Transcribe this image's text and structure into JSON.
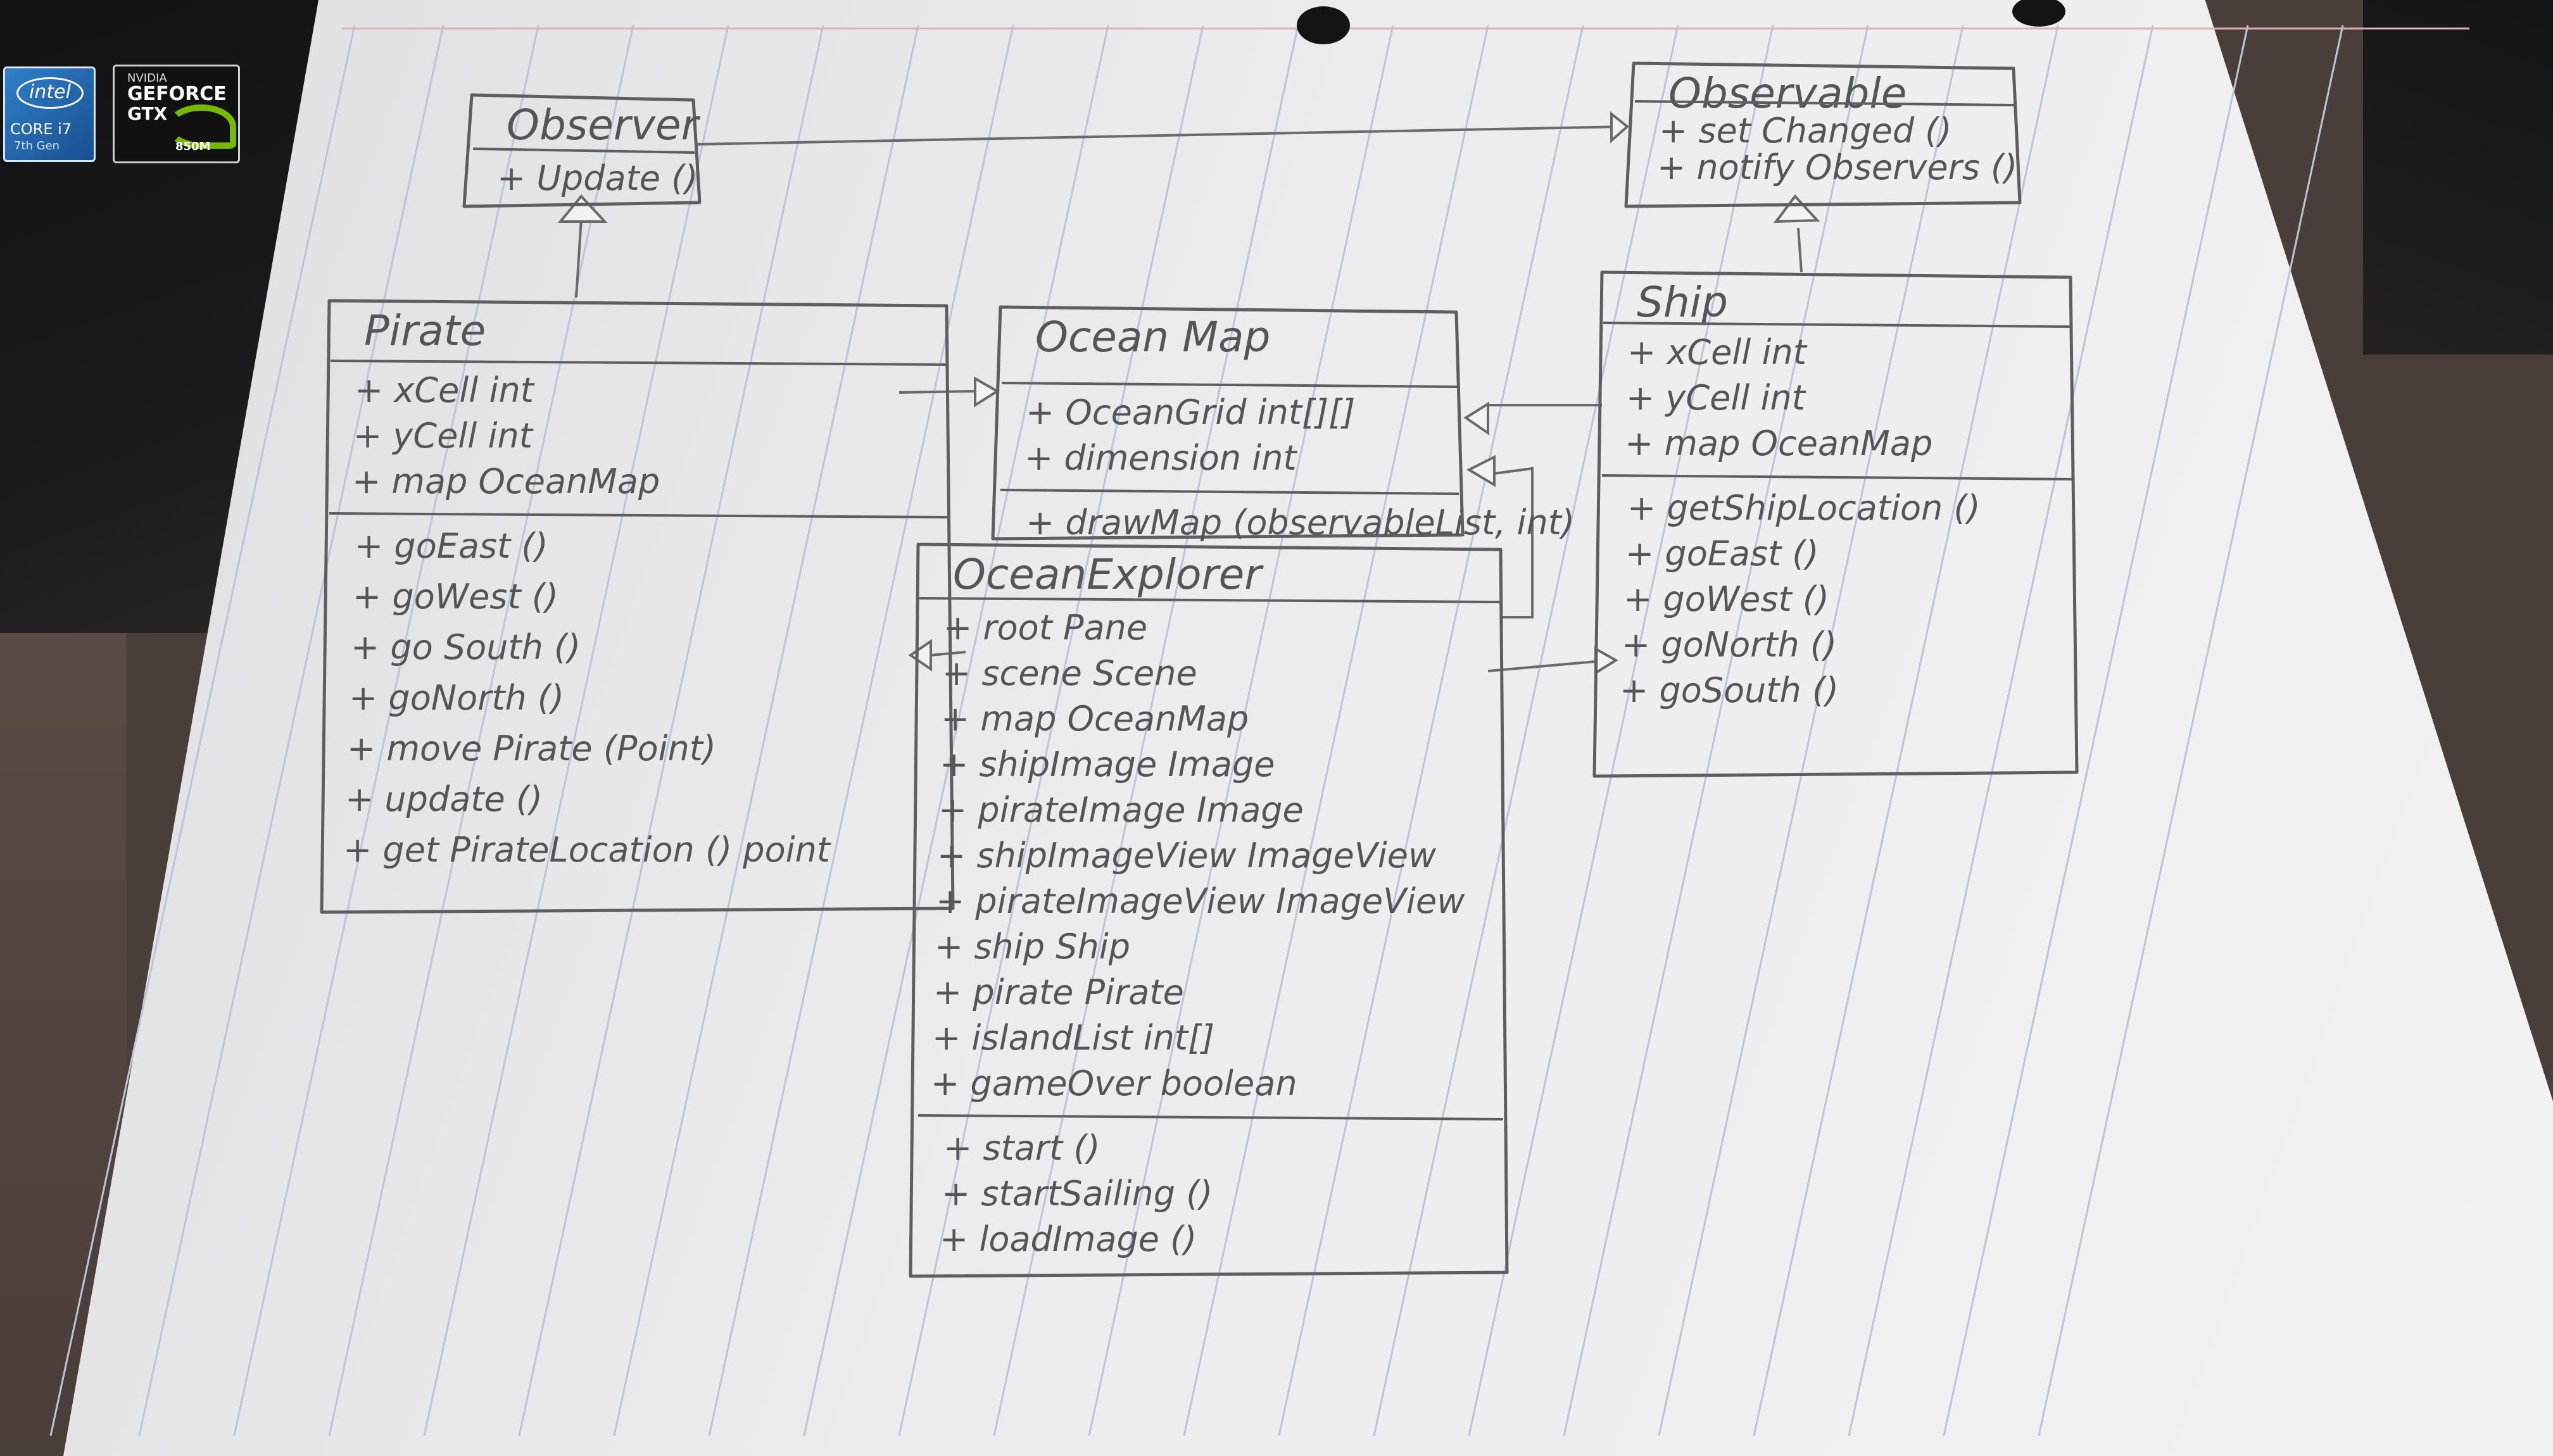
{
  "stickers": {
    "intel": {
      "brand": "intel",
      "line1": "CORE i7",
      "line2": "7th Gen"
    },
    "nvidia": {
      "line1": "NVIDIA",
      "line2": "GEFORCE",
      "line3": "GTX",
      "line4": "850M"
    }
  },
  "classes": [
    {
      "id": "observer",
      "name": "Observer",
      "attributes": [],
      "methods": [
        "+ Update ()"
      ]
    },
    {
      "id": "observable",
      "name": "Observable",
      "attributes": [],
      "methods": [
        "+ set Changed ()",
        "+ notify Observers ()"
      ]
    },
    {
      "id": "pirate",
      "name": "Pirate",
      "attributes": [
        "+ xCell int",
        "+ yCell int",
        "+ map OceanMap"
      ],
      "methods": [
        "+ goEast ()",
        "+ goWest ()",
        "+ go South ()",
        "+ goNorth ()",
        "+ move Pirate (Point)",
        "+ update ()",
        "+ get PirateLocation () point"
      ]
    },
    {
      "id": "oceanmap",
      "name": "Ocean Map",
      "attributes": [
        "+ OceanGrid int[][]",
        "+ dimension int"
      ],
      "methods": [
        "+ drawMap (observableList, int)"
      ]
    },
    {
      "id": "ship",
      "name": "Ship",
      "attributes": [
        "+ xCell int",
        "+ yCell int",
        "+ map OceanMap"
      ],
      "methods": [
        "+ getShipLocation ()",
        "+ goEast ()",
        "+ goWest ()",
        "+ goNorth ()",
        "+ goSouth ()"
      ]
    },
    {
      "id": "oceanexplorer",
      "name": "OceanExplorer",
      "attributes": [
        "+ root Pane",
        "+ scene Scene",
        "+ map OceanMap",
        "+ shipImage Image",
        "+ pirateImage Image",
        "+ shipImageView ImageView",
        "+ pirateImageView ImageView",
        "+ ship Ship",
        "+ pirate Pirate",
        "+ islandList int[]",
        "+ gameOver boolean"
      ],
      "methods": [
        "+ start ()",
        "+ startSailing ()",
        "+ loadImage ()"
      ]
    }
  ]
}
